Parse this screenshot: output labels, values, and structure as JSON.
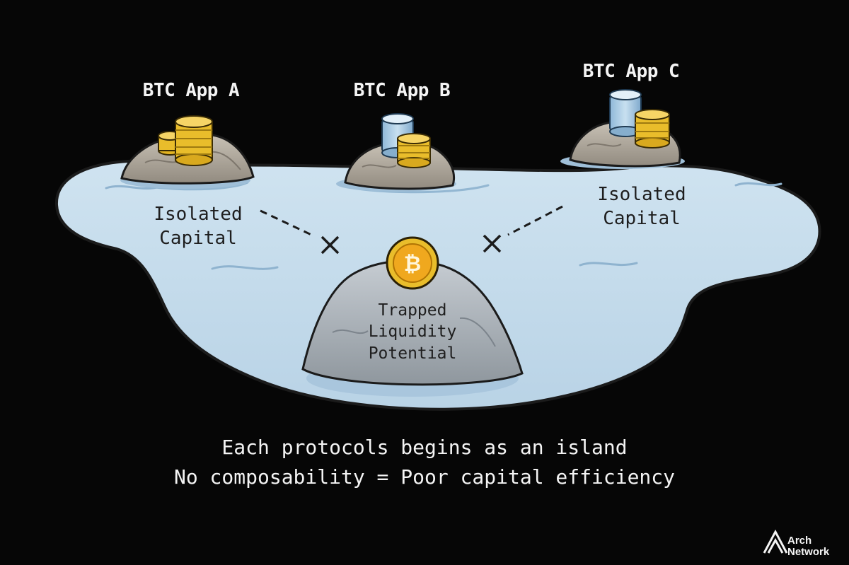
{
  "apps": [
    {
      "label": "BTC App A"
    },
    {
      "label": "BTC App B"
    },
    {
      "label": "BTC App C"
    }
  ],
  "isolated_labels": [
    {
      "line1": "Isolated",
      "line2": "Capital"
    },
    {
      "line1": "Isolated",
      "line2": "Capital"
    }
  ],
  "center": {
    "lines": [
      "Trapped",
      "Liquidity",
      "Potential"
    ],
    "coin_icon": "bitcoin-icon"
  },
  "caption": {
    "line1": "Each protocols begins as an island",
    "line2": "No composability = Poor capital efficiency"
  },
  "brand": {
    "line1": "Arch",
    "line2": "Network",
    "logo_icon": "arch-network-logo"
  },
  "colors": {
    "background": "#060606",
    "water": "#c6dceb",
    "rock": "#a9a297",
    "gold": "#e9bd2b",
    "bitcoin_orange": "#f0a81e",
    "text_light": "#f4f4f4",
    "text_dark": "#1e1e1e"
  }
}
